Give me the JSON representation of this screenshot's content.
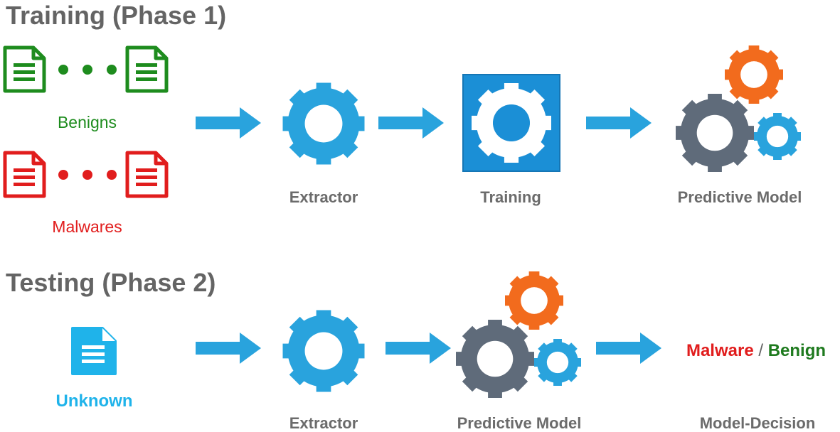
{
  "colors": {
    "benign": "#1e8c1e",
    "malware": "#e11d1d",
    "arrow": "#29a3dd",
    "gear_blue": "#29a3dd",
    "gear_gray": "#5f6b7a",
    "gear_orange": "#f26b1d",
    "unknown": "#1fb3ea",
    "text_gray": "#646464"
  },
  "icons": [
    "document-icon",
    "ellipsis-dots",
    "gear-icon",
    "arrow-right-icon"
  ],
  "training": {
    "title": "Training (Phase 1)",
    "benign_label": "Benigns",
    "malware_label": "Malwares",
    "extractor_label": "Extractor",
    "training_label": "Training",
    "model_label": "Predictive Model"
  },
  "testing": {
    "title": "Testing (Phase 2)",
    "unknown_label": "Unknown",
    "extractor_label": "Extractor",
    "model_label": "Predictive Model",
    "decision_label": "Model-Decision",
    "decision": {
      "malware": "Malware",
      "separator": " / ",
      "benign": "Benign"
    }
  }
}
